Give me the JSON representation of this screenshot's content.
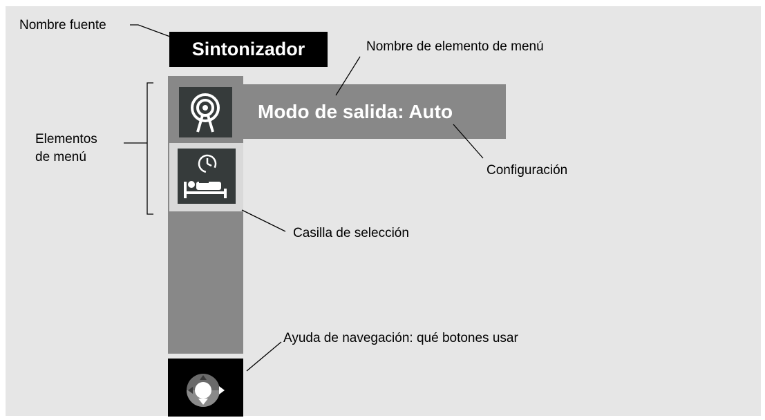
{
  "screen": {
    "source_name": "Sintonizador",
    "menu_item_value": "Modo de salida: Auto"
  },
  "callouts": {
    "source_name_label": "Nombre fuente",
    "item_name_label": "Nombre de elemento de menú",
    "menu_items_label_line1": "Elementos",
    "menu_items_label_line2": "de menú",
    "setting_label": "Configuración",
    "selection_box_label": "Casilla de selección",
    "navigation_help_label": "Ayuda de navegación: qué botones usar"
  },
  "icons": {
    "menu_item_1": "antenna-icon",
    "menu_item_2": "sleep-timer-icon",
    "navigation": "navigation-pad-icon"
  },
  "colors": {
    "background": "#e6e6e6",
    "menu_panel": "#888888",
    "selection_box": "#d9d9d9",
    "icon_tile": "#363b3b",
    "source_box": "#000000",
    "text_on_dark": "#ffffff"
  }
}
